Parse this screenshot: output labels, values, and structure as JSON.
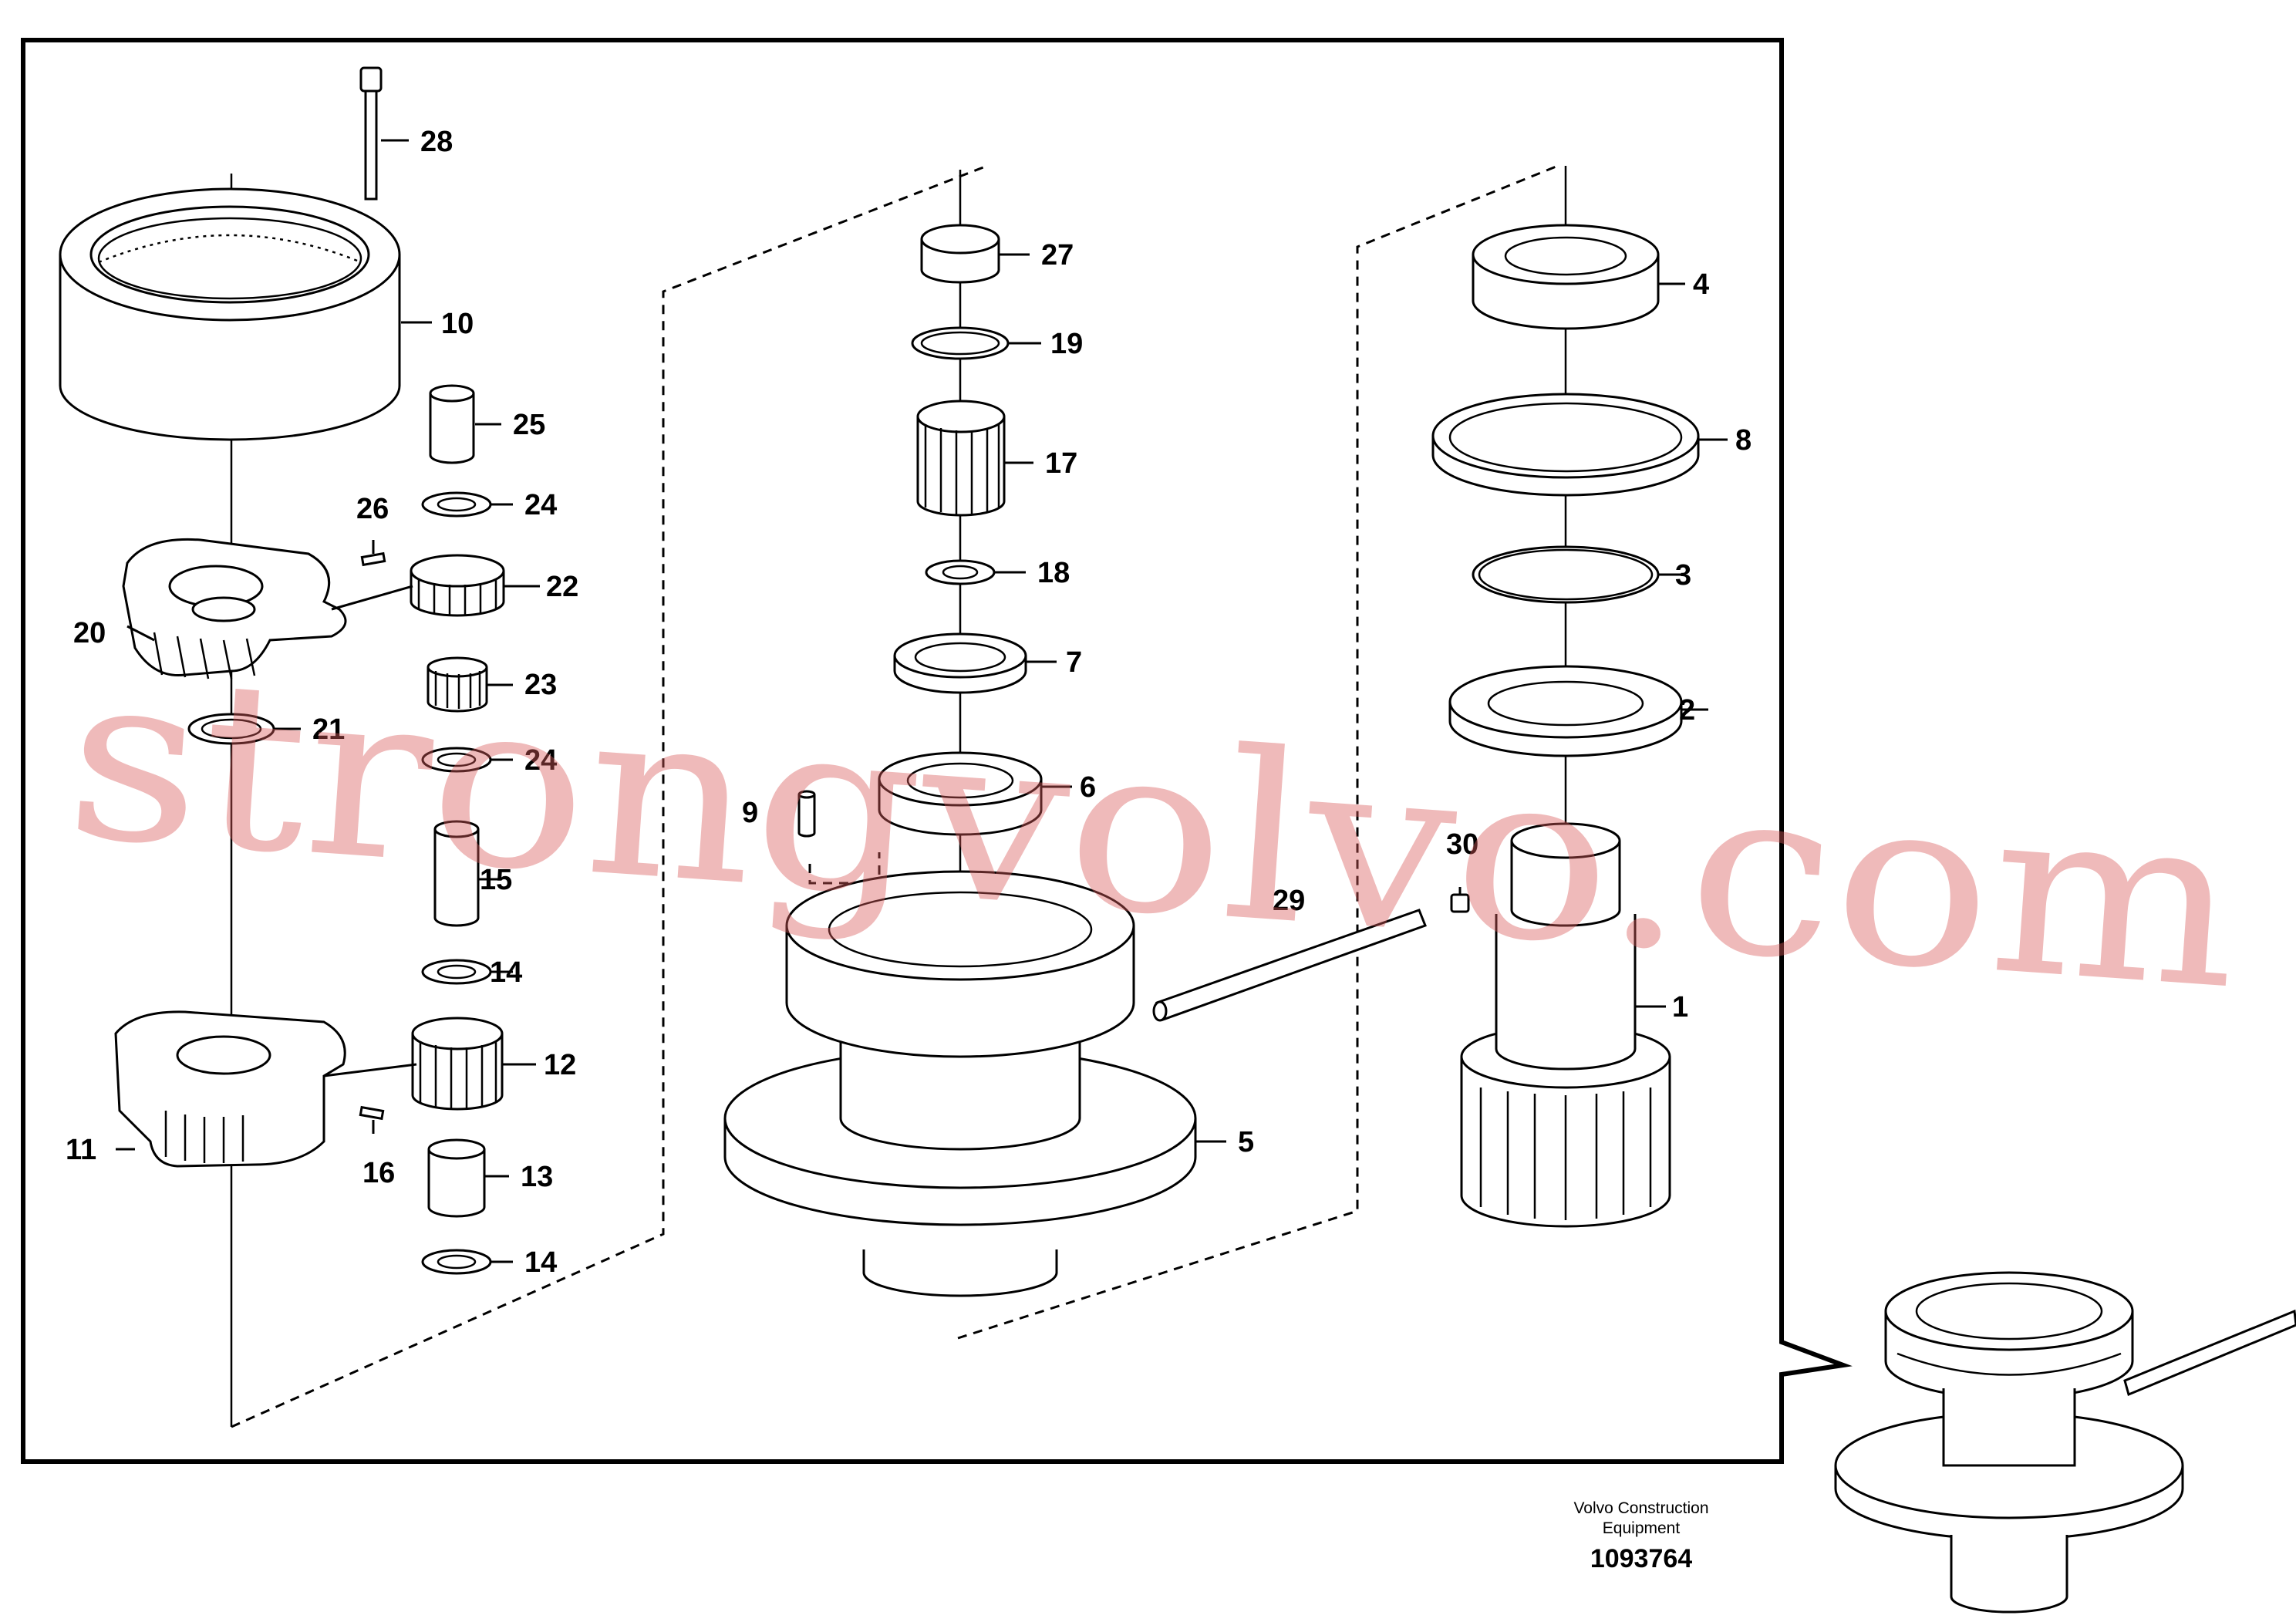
{
  "watermark": {
    "text": "strongvolvo.com",
    "color": "#d85a5a"
  },
  "footer": {
    "line1": "Volvo Construction",
    "line2": "Equipment",
    "drawing_number": "1093764"
  },
  "callouts": {
    "c1": "1",
    "c2": "2",
    "c3": "3",
    "c4": "4",
    "c5": "5",
    "c6": "6",
    "c7": "7",
    "c8": "8",
    "c9": "9",
    "c10": "10",
    "c11": "11",
    "c12": "12",
    "c13": "13",
    "c14a": "14",
    "c14b": "14",
    "c15": "15",
    "c16": "16",
    "c17": "17",
    "c18": "18",
    "c19": "19",
    "c20": "20",
    "c21": "21",
    "c22": "22",
    "c23": "23",
    "c24a": "24",
    "c24b": "24",
    "c25": "25",
    "c26": "26",
    "c27": "27",
    "c28": "28",
    "c29": "29",
    "c30": "30"
  }
}
